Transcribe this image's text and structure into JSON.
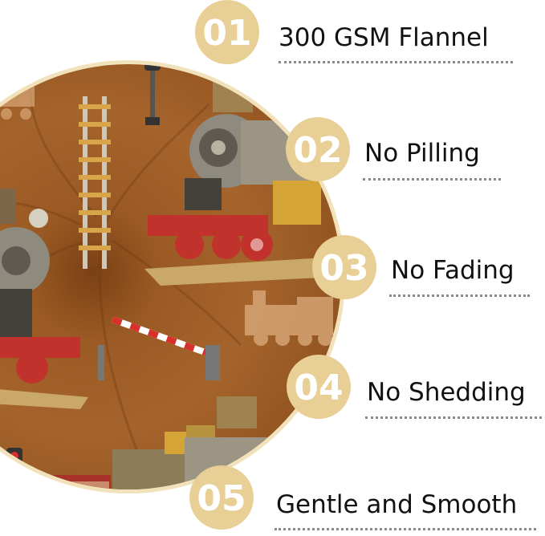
{
  "colors": {
    "fabric": "#9b5a24",
    "fabric_dark": "#7a4115",
    "ring": "#f1e2bb",
    "badge": "#e8cf95",
    "label_text": "#111111",
    "dotted_line": "#8a8a8a",
    "train_red": "#c0322b",
    "train_metal": "#8f8a7e"
  },
  "features": [
    {
      "number": "01",
      "label": "300 GSM Flannel"
    },
    {
      "number": "02",
      "label": "No Pilling"
    },
    {
      "number": "03",
      "label": "No Fading"
    },
    {
      "number": "04",
      "label": "No Shedding"
    },
    {
      "number": "05",
      "label": "Gentle and Smooth"
    }
  ]
}
